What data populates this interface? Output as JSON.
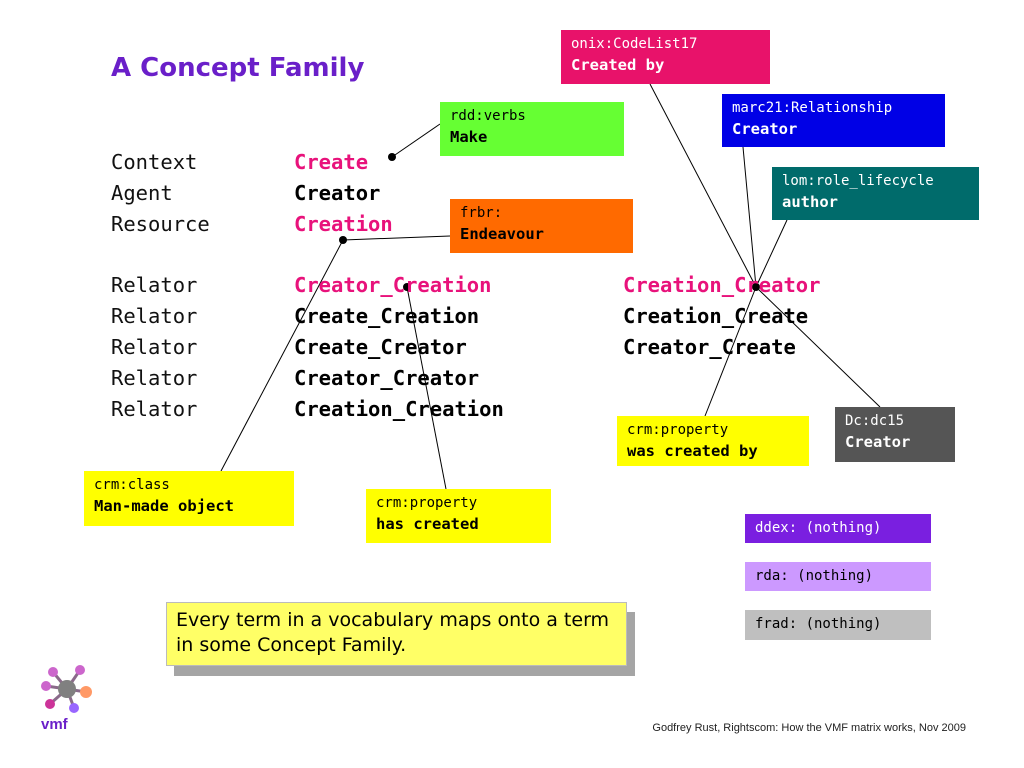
{
  "title": "A Concept Family",
  "rows": [
    {
      "label": "Context",
      "term": "Create",
      "term_color": "#e8127b"
    },
    {
      "label": "Agent",
      "term": "Creator",
      "term_color": "#000000"
    },
    {
      "label": "Resource",
      "term": "Creation",
      "term_color": "#e8127b"
    },
    {
      "label": "Relator",
      "term": "Creator_Creation",
      "term_color": "#e8127b",
      "term2": "Creation_Creator",
      "term2_color": "#e8127b"
    },
    {
      "label": "Relator",
      "term": "Create_Creation",
      "term_color": "#000000",
      "term2": "Creation_Create",
      "term2_color": "#000000"
    },
    {
      "label": "Relator",
      "term": "Create_Creator",
      "term_color": "#000000",
      "term2": "Creator_Create",
      "term2_color": "#000000"
    },
    {
      "label": "Relator",
      "term": "Creator_Creator",
      "term_color": "#000000"
    },
    {
      "label": "Relator",
      "term": "Creation_Creation",
      "term_color": "#000000"
    }
  ],
  "boxes": {
    "onix": {
      "scheme": "onix:CodeList17",
      "term": "Created by",
      "bg": "#e8126a",
      "fg": "#ffffff"
    },
    "rdd": {
      "scheme": "rdd:verbs",
      "term": "Make",
      "bg": "#66ff33",
      "fg": "#000000"
    },
    "marc21": {
      "scheme": "marc21:Relationship",
      "term": "Creator",
      "bg": "#0000e6",
      "fg": "#ffffff"
    },
    "lom": {
      "scheme": "lom:role_lifecycle",
      "term": "author",
      "bg": "#006b6b",
      "fg": "#ffffff"
    },
    "frbr": {
      "scheme": "frbr:",
      "term": "Endeavour",
      "bg": "#ff6a00",
      "fg": "#000000"
    },
    "crm_property_was": {
      "scheme": "crm:property",
      "term": "was created by",
      "bg": "#ffff00",
      "fg": "#000000"
    },
    "dc": {
      "scheme": "Dc:dc15",
      "term": "Creator",
      "bg": "#555555",
      "fg": "#ffffff"
    },
    "crm_class": {
      "scheme": "crm:class",
      "term": "Man-made object",
      "bg": "#ffff00",
      "fg": "#000000"
    },
    "crm_property_has": {
      "scheme": "crm:property",
      "term": "has created",
      "bg": "#ffff00",
      "fg": "#000000"
    },
    "ddex": {
      "text": "ddex: (nothing)",
      "bg": "#7a1fe0",
      "fg": "#ffffff"
    },
    "rda": {
      "text": "rda: (nothing)",
      "bg": "#cc99ff",
      "fg": "#000000"
    },
    "frad": {
      "text": "frad: (nothing)",
      "bg": "#bfbfbf",
      "fg": "#000000"
    }
  },
  "callout": "Every term in a vocabulary maps onto a term in some Concept Family.",
  "footer": "Godfrey Rust, Rightscom: How the VMF matrix works, Nov 2009",
  "logo": {
    "text": "vmf",
    "colors": [
      "#cc66cc",
      "#ff9966",
      "#9966ff",
      "#996699",
      "#cc3399"
    ]
  }
}
